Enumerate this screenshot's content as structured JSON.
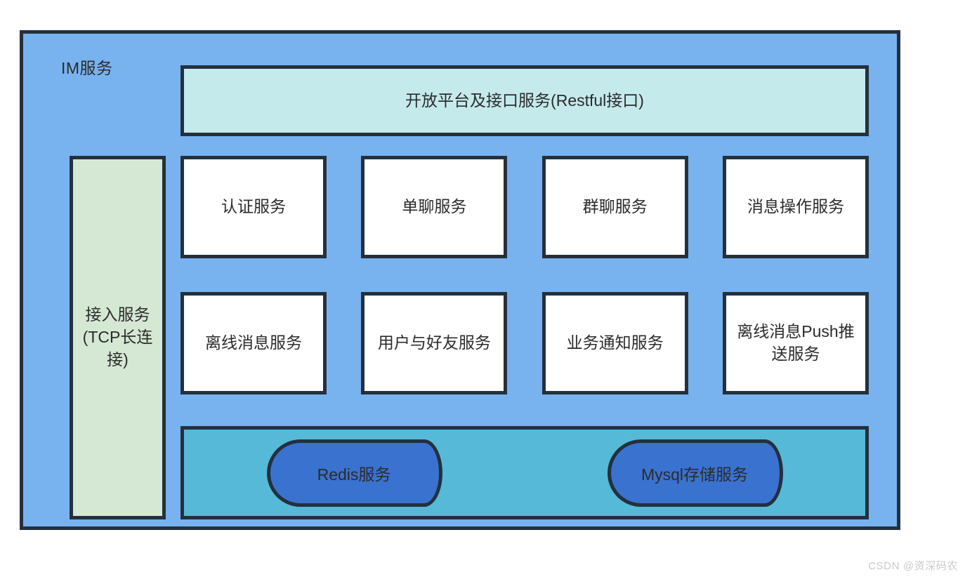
{
  "diagram": {
    "title": "IM服务",
    "container_color": "#78b3f0",
    "border_color": "#24303c",
    "api_banner": {
      "label": "开放平台及接口服务(Restful接口)",
      "fill_color": "#c4eaec"
    },
    "access_panel": {
      "label": "接入服务(TCP长连接)",
      "fill_color": "#d5e8d4"
    },
    "service_rows": [
      {
        "row_name": "service-row-1",
        "boxes": [
          {
            "label": "认证服务"
          },
          {
            "label": "单聊服务"
          },
          {
            "label": "群聊服务"
          },
          {
            "label": "消息操作服务"
          }
        ]
      },
      {
        "row_name": "service-row-2",
        "boxes": [
          {
            "label": "离线消息服务"
          },
          {
            "label": "用户与好友服务"
          },
          {
            "label": "业务通知服务"
          },
          {
            "label": "离线消息Push推送服务"
          }
        ]
      }
    ],
    "storage_bar": {
      "fill_color": "#56b9d8",
      "cylinders": [
        {
          "label": "Redis服务",
          "fill_color": "#3a72d0"
        },
        {
          "label": "Mysql存储服务",
          "fill_color": "#3a72d0"
        }
      ]
    }
  },
  "watermark": "CSDN @资深码农"
}
